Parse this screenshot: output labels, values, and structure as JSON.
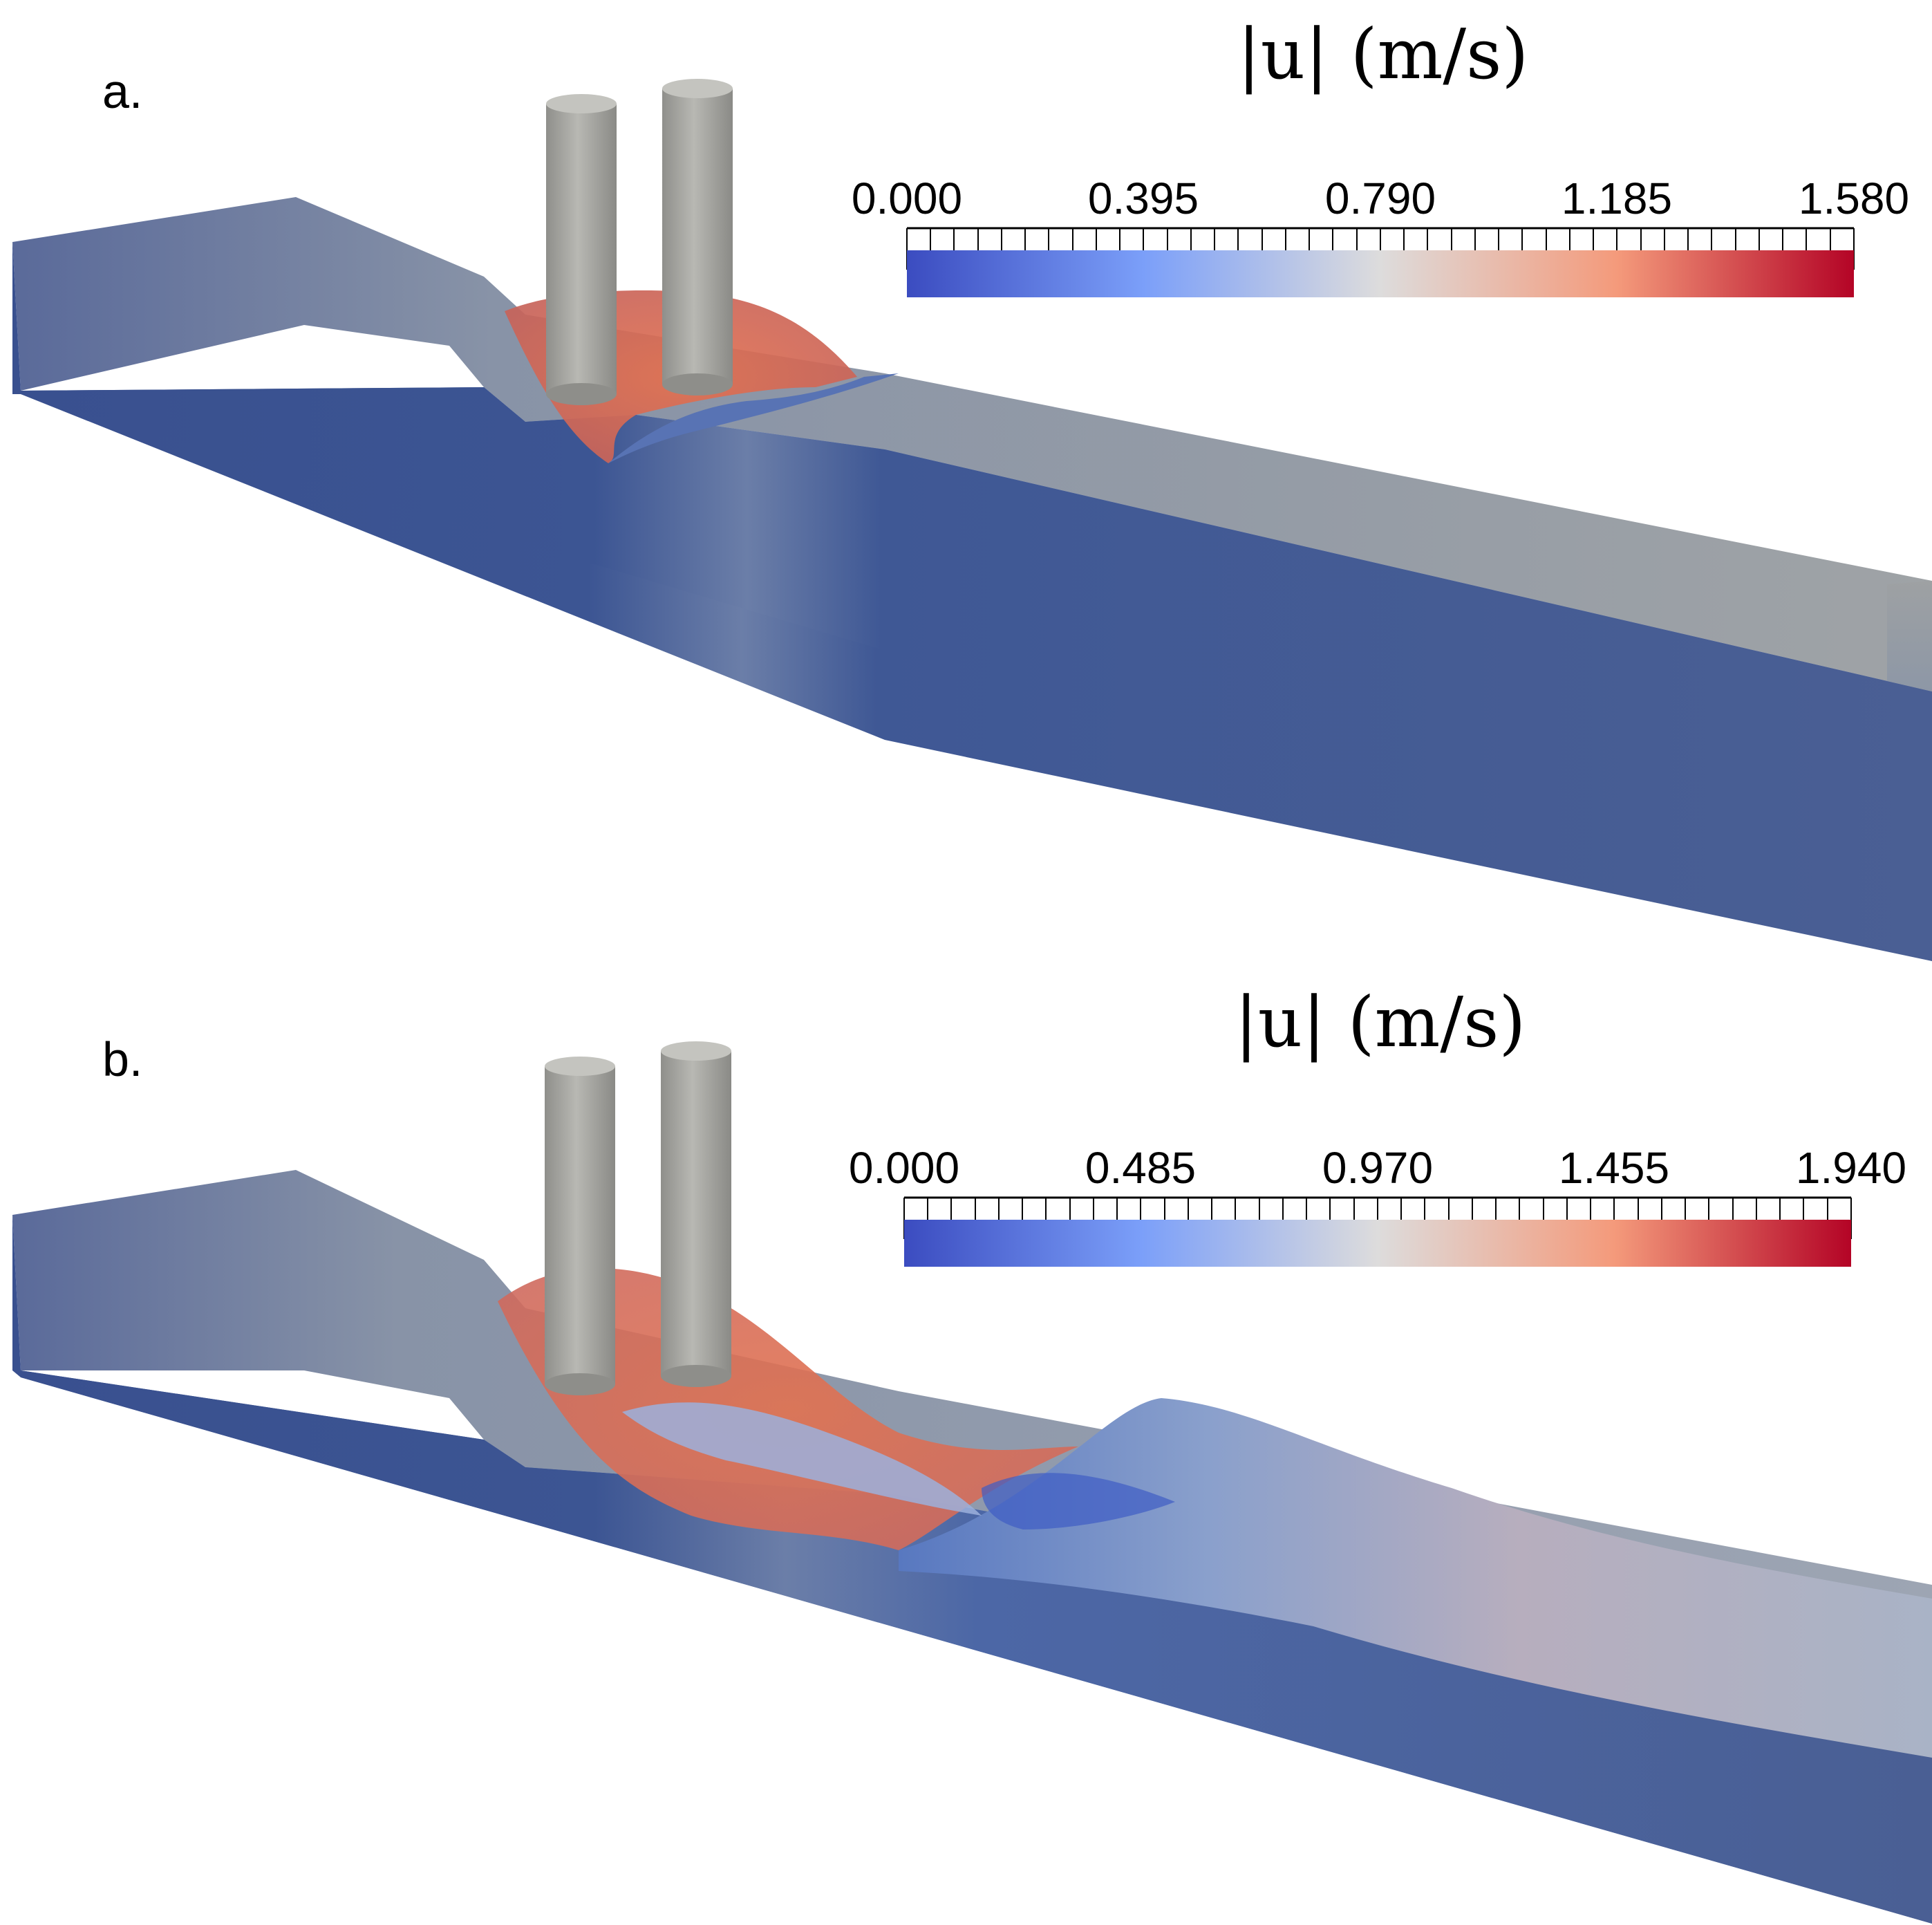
{
  "panels": [
    {
      "label": "a.",
      "legend": {
        "title": "|u| (m/s)",
        "ticks": [
          "0.000",
          "0.395",
          "0.790",
          "1.185",
          "1.580"
        ],
        "min": 0.0,
        "max": 1.58
      }
    },
    {
      "label": "b.",
      "legend": {
        "title": "|u| (m/s)",
        "ticks": [
          "0.000",
          "0.485",
          "0.970",
          "1.455",
          "1.940"
        ],
        "min": 0.0,
        "max": 1.94
      }
    }
  ],
  "colormap": {
    "low": "#3b4cc0",
    "mid": "#dddddd",
    "high": "#b40426"
  },
  "colors": {
    "water_low": "#3d5794",
    "water_mid": "#8a97a8",
    "pillar": "#a8a8a3",
    "fast_flow": "#e06a4c"
  }
}
